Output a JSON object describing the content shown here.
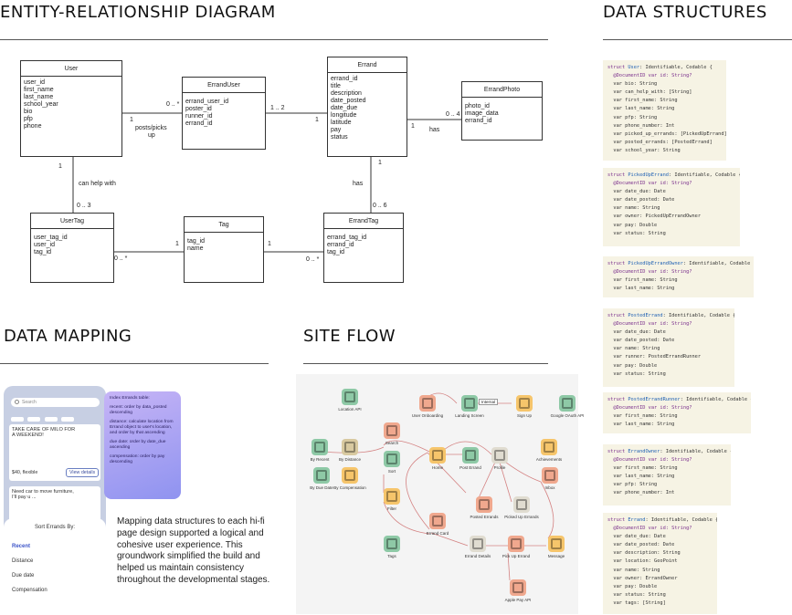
{
  "headings": {
    "erd": "ENTITY-RELATIONSHIP DIAGRAM",
    "data_structures": "DATA STRUCTURES",
    "data_mapping": "DATA MAPPING",
    "site_flow": "SITE FLOW"
  },
  "erd": {
    "user": {
      "title": "User",
      "fields": [
        "user_id",
        "first_name",
        "last_name",
        "school_year",
        "bio",
        "pfp",
        "phone"
      ]
    },
    "errand_user": {
      "title": "ErrandUser",
      "fields": [
        "errand_user_id",
        "poster_id",
        "runner_id",
        "errand_id"
      ]
    },
    "errand": {
      "title": "Errand",
      "fields": [
        "errand_id",
        "title",
        "description",
        "date_posted",
        "date_due",
        "longitude",
        "latitude",
        "pay",
        "status"
      ]
    },
    "errand_photo": {
      "title": "ErrandPhoto",
      "fields": [
        "photo_id",
        "image_data",
        "errand_id"
      ]
    },
    "user_tag": {
      "title": "UserTag",
      "fields": [
        "user_tag_id",
        "user_id",
        "tag_id"
      ]
    },
    "tag": {
      "title": "Tag",
      "fields": [
        "tag_id",
        "name"
      ]
    },
    "errand_tag": {
      "title": "ErrandTag",
      "fields": [
        "errand_tag_id",
        "errand_id",
        "tag_id"
      ]
    },
    "labels": {
      "c_user_eu": "0 .. *",
      "c_user_1": "1",
      "posts_picks": "posts/picks",
      "up": "up",
      "c_eu_errand": "1 .. 2",
      "c_errand_left": "1",
      "c_photo": "0 .. 4",
      "c_errand_photo_1": "1",
      "has_photo": "has",
      "c_user_down": "1",
      "can_help": "can help with",
      "c_usertag_top": "0 .. 3",
      "c_tag_left": "1",
      "c_usertag_bottom": "0 .. *",
      "c_tag_right": "1",
      "c_errandtag_left": "0 .. *",
      "c_errand_down": "1",
      "has_tag": "has",
      "c_errandtag_top": "0 .. 6"
    }
  },
  "structs": [
    {
      "name": "User",
      "lines": [
        [
          "kw",
          "@DocumentID var id: String?"
        ],
        [
          "",
          "var bio: String"
        ],
        [
          "",
          "var can_help_with: [String]"
        ],
        [
          "",
          "var first_name: String"
        ],
        [
          "",
          "var last_name: String"
        ],
        [
          "",
          "var pfp: String"
        ],
        [
          "",
          "var phone_number: Int"
        ],
        [
          "",
          "var picked_up_errands: [PickedUpErrand]"
        ],
        [
          "",
          "var posted_errands: [PostedErrand]"
        ],
        [
          "",
          "var school_year: String"
        ]
      ]
    },
    {
      "name": "PickedUpErrand",
      "lines": [
        [
          "kw",
          "@DocumentID var id: String?"
        ],
        [
          "",
          "var date_due: Date"
        ],
        [
          "",
          "var date_posted: Date"
        ],
        [
          "",
          "var name: String"
        ],
        [
          "",
          "var owner: PickedUpErrandOwner"
        ],
        [
          "",
          "var pay: Double"
        ],
        [
          "",
          "var status: String"
        ]
      ]
    },
    {
      "name": "PickedUpErrandOwner",
      "lines": [
        [
          "kw",
          "@DocumentID var id: String?"
        ],
        [
          "",
          "var first_name: String"
        ],
        [
          "",
          "var last_name: String"
        ]
      ]
    },
    {
      "name": "PostedErrand",
      "lines": [
        [
          "kw",
          "@DocumentID var id: String?"
        ],
        [
          "",
          "var date_due: Date"
        ],
        [
          "",
          "var date_posted: Date"
        ],
        [
          "",
          "var name: String"
        ],
        [
          "",
          "var runner: PostedErrandRunner"
        ],
        [
          "",
          "var pay: Double"
        ],
        [
          "",
          "var status: String"
        ]
      ]
    },
    {
      "name": "PostedErrandRunner",
      "lines": [
        [
          "kw",
          "@DocumentID var id: String?"
        ],
        [
          "",
          "var first_name: String"
        ],
        [
          "",
          "var last_name: String"
        ]
      ]
    },
    {
      "name": "ErrandOwner",
      "lines": [
        [
          "kw",
          "@DocumentID var id: String?"
        ],
        [
          "",
          "var first_name: String"
        ],
        [
          "",
          "var last_name: String"
        ],
        [
          "",
          "var pfp: String"
        ],
        [
          "",
          "var phone_number: Int"
        ]
      ]
    },
    {
      "name": "Errand",
      "lines": [
        [
          "kw",
          "@DocumentID var id: String?"
        ],
        [
          "",
          "var date_due: Date"
        ],
        [
          "",
          "var date_posted: Date"
        ],
        [
          "",
          "var description: String"
        ],
        [
          "",
          "var location: GeoPoint"
        ],
        [
          "",
          "var name: String"
        ],
        [
          "",
          "var owner: ErrandOwner"
        ],
        [
          "",
          "var pay: Double"
        ],
        [
          "",
          "var status: String"
        ],
        [
          "",
          "var tags: [String]"
        ]
      ]
    }
  ],
  "struct_suffix": ": Identifiable, Codable {",
  "mapping": {
    "search_placeholder": "Search",
    "card1_title": "TAKE CARE OF MILO FOR A WEEKEND!",
    "card1_price": "$40, flexible",
    "card1_button": "View details",
    "card2_title": "Need car to move furniture, I'll pay u ...",
    "sheet_title": "Sort Errands By:",
    "sort_options": [
      "Recent",
      "Distance",
      "Due date",
      "Compensation"
    ],
    "note": [
      "Index Errands table:",
      "recent: order by data_posted descending",
      "distance: calculate location from Errand object to user's location, and order by that ascending",
      "due date: order by date_due ascending",
      "compensation: order by pay descending"
    ],
    "paragraph": "Mapping data structures to each hi-fi page design supported a logical and cohesive user experience. This groundwork simplified the build and helped us maintain consistency throughout the developmental stages."
  },
  "flow": {
    "nodes": [
      {
        "label": "Location API",
        "color": "#8ec9a6"
      },
      {
        "label": "User Onboarding",
        "color": "#f0a88e"
      },
      {
        "label": "Landing Screen",
        "color": "#8ec9a6"
      },
      {
        "label": "Sign Up",
        "color": "#f6c56b"
      },
      {
        "label": "Google OAuth API",
        "color": "#8ec9a6"
      },
      {
        "label": "Search",
        "color": "#f0a88e"
      },
      {
        "label": "By Recent",
        "color": "#8ec9a6"
      },
      {
        "label": "By Distance",
        "color": "#d8c9a0"
      },
      {
        "label": "Home",
        "color": "#f6c56b"
      },
      {
        "label": "Post Errand",
        "color": "#8ec9a6"
      },
      {
        "label": "Profile",
        "color": "#e0dcd0"
      },
      {
        "label": "Achievements",
        "color": "#f6c56b"
      },
      {
        "label": "Sort",
        "color": "#8ec9a6"
      },
      {
        "label": "By Due Date",
        "color": "#8ec9a6"
      },
      {
        "label": "By Compensation",
        "color": "#f6c56b"
      },
      {
        "label": "Inbox",
        "color": "#f0a88e"
      },
      {
        "label": "Filter",
        "color": "#f6c56b"
      },
      {
        "label": "Posted Errands",
        "color": "#f0a88e"
      },
      {
        "label": "Picked Up Errands",
        "color": "#e0dcd0"
      },
      {
        "label": "Errand Card",
        "color": "#f0a88e"
      },
      {
        "label": "Tags",
        "color": "#8ec9a6"
      },
      {
        "label": "Errand Details",
        "color": "#e0dcd0"
      },
      {
        "label": "Pick Up Errand",
        "color": "#f0a88e"
      },
      {
        "label": "Message",
        "color": "#f6c56b"
      },
      {
        "label": "Apple Pay API",
        "color": "#f0a88e"
      }
    ],
    "internal_label": "Internal"
  }
}
